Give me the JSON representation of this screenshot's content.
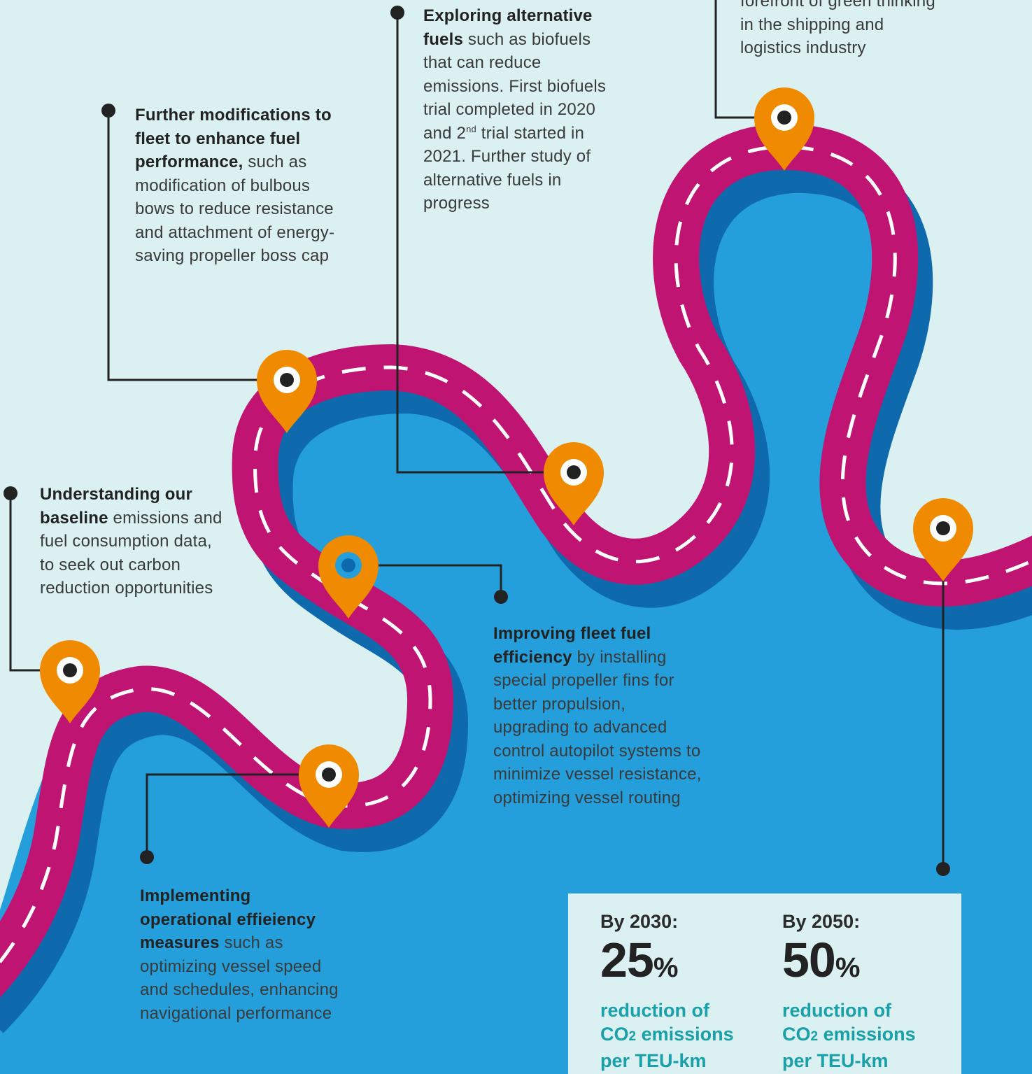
{
  "colors": {
    "background": "#daf0f1",
    "water": "#249fdb",
    "shadow": "#0e6aad",
    "road": "#bf1471",
    "dash": "#ffffff",
    "pin": "#f08a00",
    "pin_center": "#ffffff",
    "line": "#222222",
    "highlight_text": "#1aa0a8"
  },
  "icons": {
    "pin": "map-pin-icon",
    "line_end": "dot-icon"
  },
  "milestones": [
    {
      "bold": "Understanding our baseline",
      "rest": " emissions and fuel consumption data, to seek out carbon reduction opportunities"
    },
    {
      "bold": "Implementing operational effieiency measures",
      "rest": " such as optimizing vessel speed and schedules, enhancing navigational performance"
    },
    {
      "bold": "Improving fleet fuel efficiency",
      "rest": " by installing special propeller fins for better propulsion, upgrading to advanced control autopilot systems to minimize vessel resistance, optimizing vessel routing"
    },
    {
      "bold": "Further modifications to fleet to enhance fuel performance,",
      "rest": " such as modification of bulbous bows to reduce resistance and attachment of energy-saving propeller boss cap"
    },
    {
      "bold": "Exploring alternative fuels",
      "rest_a": " such as biofuels that can reduce emissions. First biofuels trial completed in 2020 and 2",
      "sup": "nd",
      "rest_b": " trial started in 2021. Further study of alternative fuels in progress"
    },
    {
      "line1": "forefront of green thinking",
      "line2": "in the shipping and",
      "line3": "logistics industry"
    }
  ],
  "targets": [
    {
      "label": "By 2030:",
      "value": "25",
      "unit": "%",
      "desc_1": "reduction of",
      "desc_2a": "CO",
      "desc_2sub": "2",
      "desc_2b": " emissions",
      "desc_3": "per TEU-km"
    },
    {
      "label": "By 2050:",
      "value": "50",
      "unit": "%",
      "desc_1": "reduction of",
      "desc_2a": "CO",
      "desc_2sub": "2",
      "desc_2b": " emissions",
      "desc_3": "per TEU-km"
    }
  ]
}
